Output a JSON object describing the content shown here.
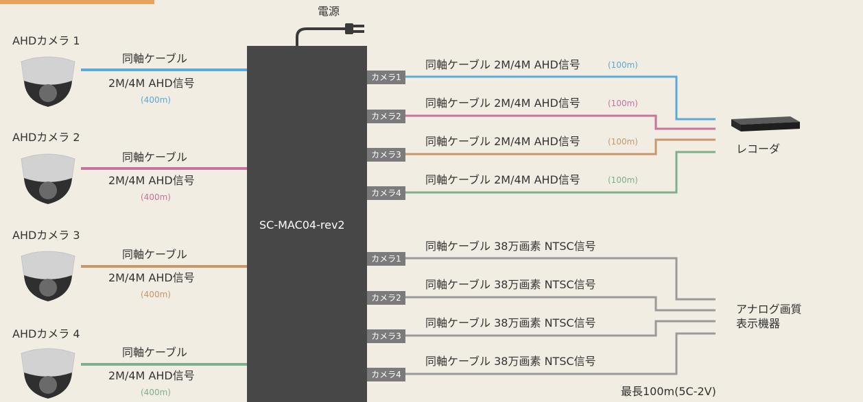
{
  "power_label": "電源",
  "device_name": "SC-MAC04-rev2",
  "colors": {
    "cam1": "#5aa9d6",
    "cam2": "#c9729d",
    "cam3": "#c9956a",
    "cam4": "#7fae8a",
    "ntsc": "#9a9a9a",
    "device": "#474747",
    "port": "#7b7b7b",
    "background": "#f1ede3",
    "tab": "#e7a35a"
  },
  "cameras": [
    {
      "name": "AHDカメラ 1",
      "cable": "同軸ケーブル",
      "signal": "2M/4M AHD信号",
      "distance": "(400m)"
    },
    {
      "name": "AHDカメラ 2",
      "cable": "同軸ケーブル",
      "signal": "2M/4M AHD信号",
      "distance": "(400m)"
    },
    {
      "name": "AHDカメラ 3",
      "cable": "同軸ケーブル",
      "signal": "2M/4M AHD信号",
      "distance": "(400m)"
    },
    {
      "name": "AHDカメラ 4",
      "cable": "同軸ケーブル",
      "signal": "2M/4M AHD信号",
      "distance": "(400m)"
    }
  ],
  "ahd_outputs": [
    {
      "port": "カメラ1",
      "label": "同軸ケーブル 2M/4M AHD信号",
      "distance": "(100m)"
    },
    {
      "port": "カメラ2",
      "label": "同軸ケーブル 2M/4M AHD信号",
      "distance": "(100m)"
    },
    {
      "port": "カメラ3",
      "label": "同軸ケーブル 2M/4M AHD信号",
      "distance": "(100m)"
    },
    {
      "port": "カメラ4",
      "label": "同軸ケーブル 2M/4M AHD信号",
      "distance": "(100m)"
    }
  ],
  "ntsc_outputs": [
    {
      "port": "カメラ1",
      "label": "同軸ケーブル 38万画素 NTSC信号"
    },
    {
      "port": "カメラ2",
      "label": "同軸ケーブル 38万画素 NTSC信号"
    },
    {
      "port": "カメラ3",
      "label": "同軸ケーブル 38万画素 NTSC信号"
    },
    {
      "port": "カメラ4",
      "label": "同軸ケーブル 38万画素 NTSC信号"
    }
  ],
  "recorder_label": "レコーダ",
  "analog_display_line1": "アナログ画質",
  "analog_display_line2": "表示機器",
  "max_length_note": "最長100m(5C-2V)",
  "icons": {
    "camera": "dome-camera-icon",
    "plug": "power-plug-icon",
    "recorder": "recorder-icon"
  }
}
